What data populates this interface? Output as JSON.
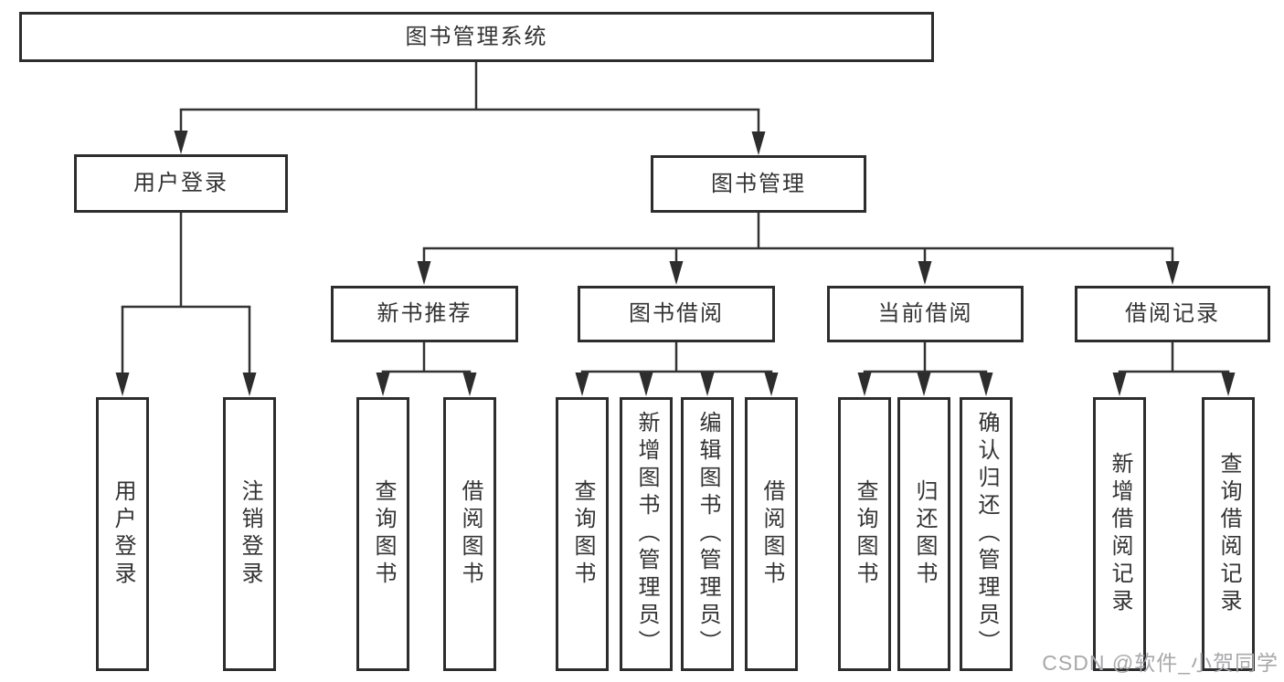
{
  "diagram": {
    "title": "图书管理系统",
    "tree": {
      "label": "图书管理系统",
      "children": [
        {
          "label": "用户登录",
          "children": [
            {
              "label": "用户登录"
            },
            {
              "label": "注销登录"
            }
          ]
        },
        {
          "label": "图书管理",
          "children": [
            {
              "label": "新书推荐",
              "children": [
                {
                  "label": "查询图书"
                },
                {
                  "label": "借阅图书"
                }
              ]
            },
            {
              "label": "图书借阅",
              "children": [
                {
                  "label": "查询图书"
                },
                {
                  "label": "新增图书（管理员）"
                },
                {
                  "label": "编辑图书（管理员）"
                },
                {
                  "label": "借阅图书"
                }
              ]
            },
            {
              "label": "当前借阅",
              "children": [
                {
                  "label": "查询图书"
                },
                {
                  "label": "归还图书"
                },
                {
                  "label": "确认归还（管理员）"
                }
              ]
            },
            {
              "label": "借阅记录",
              "children": [
                {
                  "label": "新增借阅记录"
                },
                {
                  "label": "查询借阅记录"
                }
              ]
            }
          ]
        }
      ]
    },
    "colors": {
      "line": "#333333",
      "box_border": "#2d2d2d",
      "box_fill": "#ffffff",
      "text": "#333333",
      "watermark": "#a8a8ab"
    }
  },
  "watermark": {
    "text": "CSDN @软件_小贺同学"
  }
}
